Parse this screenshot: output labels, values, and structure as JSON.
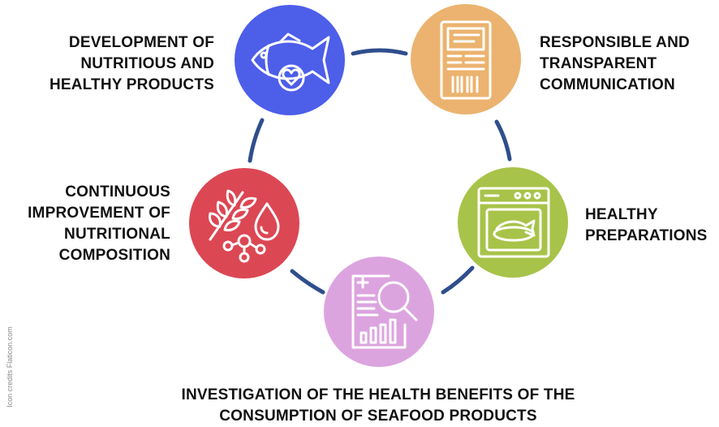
{
  "colors": {
    "connector": "#2f4e8c",
    "fish_node": "#4d5ee9",
    "communication_node": "#ebb36f",
    "preparations_node": "#a8c349",
    "investigation_node": "#dca4df",
    "composition_node": "#dc4754",
    "icon_stroke": "#ffffff"
  },
  "nodes": [
    {
      "id": "fish",
      "icon": "fish-heart-icon",
      "label": "DEVELOPMENT OF\nNUTRITIOUS AND\nHEALTHY PRODUCTS"
    },
    {
      "id": "communication",
      "icon": "label-barcode-icon",
      "label": "RESPONSIBLE AND\nTRANSPARENT\nCOMMUNICATION"
    },
    {
      "id": "preparations",
      "icon": "oven-fish-icon",
      "label": "HEALTHY\nPREPARATIONS"
    },
    {
      "id": "investigation",
      "icon": "report-magnifier-icon",
      "label": "INVESTIGATION OF THE HEALTH BENEFITS OF THE\nCONSUMPTION OF SEAFOOD PRODUCTS"
    },
    {
      "id": "composition",
      "icon": "wheat-molecule-icon",
      "label": "CONTINUOUS\nIMPROVEMENT OF\nNUTRITIONAL\nCOMPOSITION"
    }
  ],
  "credits": "Icon credits Flaticon.com"
}
